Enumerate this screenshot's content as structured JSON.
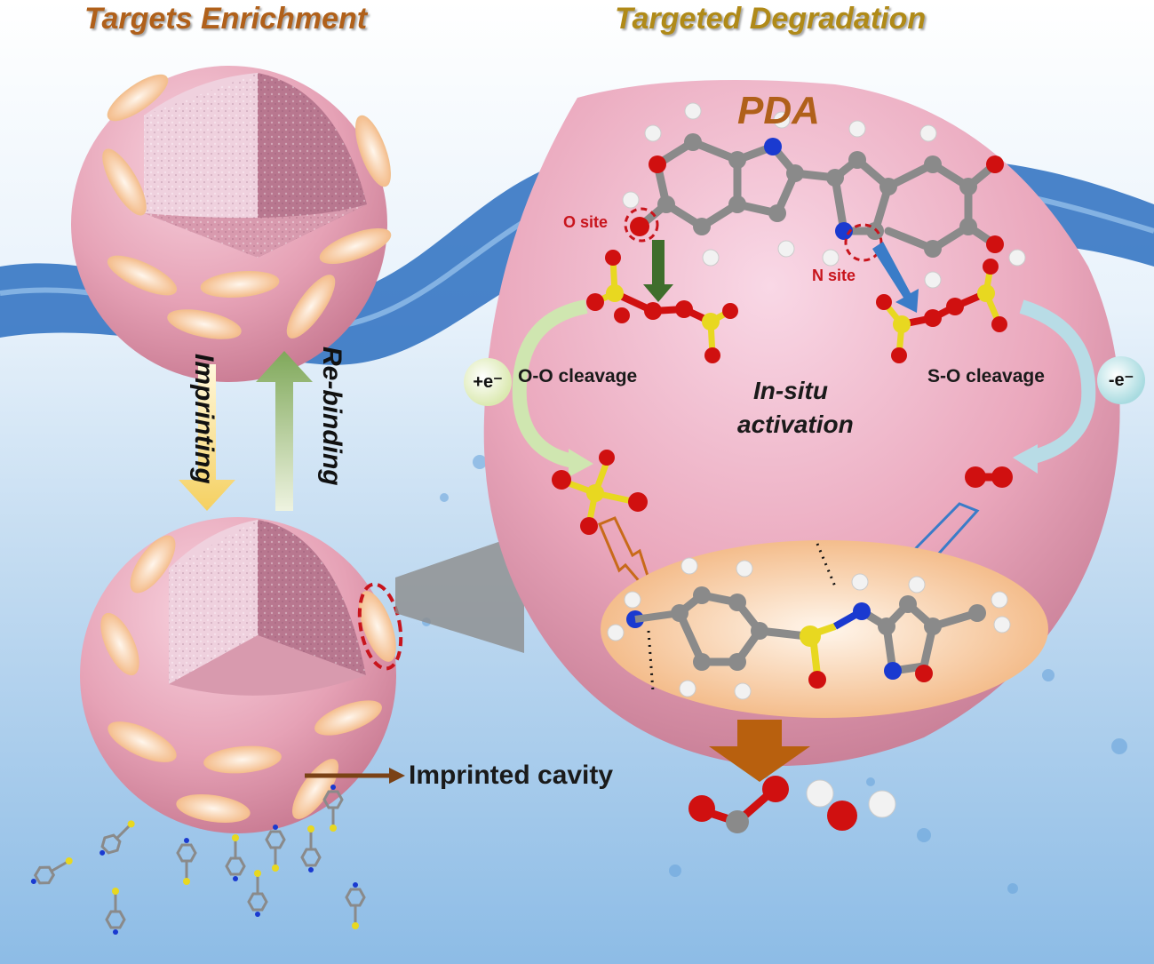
{
  "titles": {
    "left": "Targets Enrichment",
    "right": "Targeted Degradation"
  },
  "labels": {
    "pda": "PDA",
    "o_site": "O site",
    "n_site": "N site",
    "plus_e": "+e⁻",
    "minus_e": "-e⁻",
    "oo_cleavage": "O-O cleavage",
    "so_cleavage": "S-O cleavage",
    "insitu_line1": "In-situ",
    "insitu_line2": "activation",
    "imprinting": "Imprinting",
    "rebinding": "Re-binding",
    "imprinted_cavity": "Imprinted cavity"
  },
  "colors": {
    "title_left": "#b0601a",
    "title_right": "#b08a18",
    "sphere_pink": "#e8a3b4",
    "cavity_orange": "#f7c9a0",
    "water_blue": "#2a6fc0",
    "oxygen": "#d01010",
    "sulfur": "#e8d820",
    "carbon": "#8a8a8a",
    "nitrogen": "#1a3ad0",
    "hydrogen": "#f2f2f2",
    "site_ring": "#c8141c",
    "arrow_imprinting": "#f5d878",
    "arrow_rebinding": "#8db06a",
    "arrow_o_site": "#3f6e2c",
    "arrow_n_site": "#3a7cc8",
    "arrow_degrade": "#b8600e"
  }
}
